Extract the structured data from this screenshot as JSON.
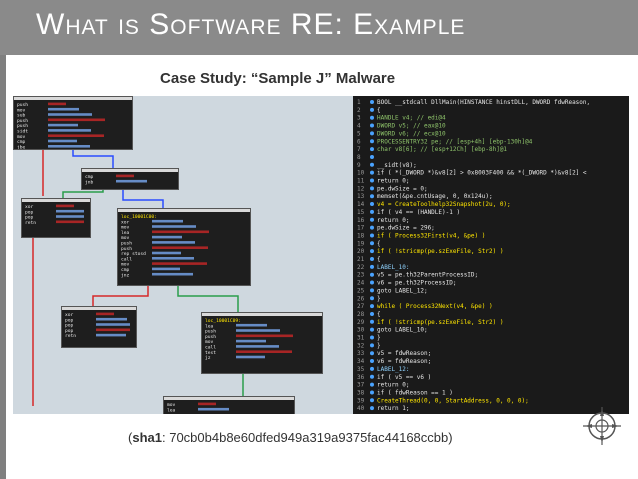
{
  "slide": {
    "title": "What is Software RE: Example",
    "subtitle": "Case Study:  “Sample J” Malware",
    "sha_label": "sha1",
    "sha_value": ": 70cb0b4b8e60dfed949a319a9375fac44168ccbb)",
    "sha_open": "(",
    "accent_color": "#8a8a8a"
  },
  "disassembly": {
    "block1": [
      "push",
      "mov",
      "sub",
      "push",
      "push",
      "sidt",
      "mov",
      "cmp",
      "jbe"
    ],
    "block2": [
      "cmp",
      "jnb"
    ],
    "block3": [
      "xor",
      "pop",
      "pop",
      "retn"
    ],
    "block4": [
      "loc_10001C00:",
      "xor",
      "mov",
      "lea",
      "mov",
      "push",
      "push",
      "rep stosd",
      "call",
      "mov",
      "cmp",
      "jnz"
    ],
    "block5": [
      "xor",
      "pop",
      "pop",
      "pop",
      "retn"
    ],
    "block6": [
      "loc_10001C09:",
      "lea",
      "push",
      "push",
      "mov",
      "call",
      "test",
      "jz"
    ],
    "block7": [
      "mov",
      "lea"
    ]
  },
  "pseudocode": {
    "lines": [
      "BOOL __stdcall DllMain(HINSTANCE hinstDLL, DWORD fdwReason,",
      "{",
      "  HANDLE v4; // edi@4",
      "  DWORD v5; // eax@10",
      "  DWORD v6; // ecx@10",
      "  PROCESSENTRY32 pe; // [esp+4h] [ebp-130h]@4",
      "  char v8[6]; // [esp+12Ch] [ebp-8h]@1",
      "",
      "  __sidt(v8);",
      "  if ( *(_DWORD *)&v8[2] > 0x8003F400 && *(_DWORD *)&v8[2] <",
      "    return 0;",
      "  pe.dwSize = 0;",
      "  memset(&pe.cntUsage, 0, 0x124u);",
      "  v4 = CreateToolhelp32Snapshot(2u, 0);",
      "  if ( v4 == (HANDLE)-1 )",
      "    return 0;",
      "  pe.dwSize = 296;",
      "  if ( Process32First(v4, &pe) )",
      "  {",
      "    if ( !stricmp(pe.szExeFile, Str2) )",
      "    {",
      "LABEL_10:",
      "      v5 = pe.th32ParentProcessID;",
      "      v6 = pe.th32ProcessID;",
      "      goto LABEL_12;",
      "    }",
      "    while ( Process32Next(v4, &pe) )",
      "    {",
      "      if ( !stricmp(pe.szExeFile, Str2) )",
      "        goto LABEL_10;",
      "    }",
      "  }",
      "  v5 = fdwReason;",
      "  v6 = fdwReason;",
      "LABEL_12:",
      "  if ( v5 == v6 )",
      "    return 0;",
      "  if ( fdwReason == 1 )",
      "    CreateThread(0, 0, StartAddress, 0, 0, 0);",
      "  return 1;"
    ],
    "line_numbers": [
      "1",
      "2",
      "3",
      "4",
      "5",
      "6",
      "7",
      "8",
      "9",
      "10",
      "11",
      "12",
      "13",
      "14",
      "15",
      "16",
      "17",
      "18",
      "19",
      "20",
      "21",
      "22",
      "23",
      "24",
      "25",
      "26",
      "27",
      "28",
      "29",
      "30",
      "31",
      "32",
      "33",
      "34",
      "35",
      "36",
      "37",
      "38",
      "39",
      "40"
    ]
  },
  "colors": {
    "code_text": "#e6e6e6",
    "keyword": "#8fd3ff",
    "comment": "#8fc46b",
    "highlight": "#ffe600",
    "ida_bg": "#cfd8df"
  },
  "icons": {
    "logo": "crosshair-compass-icon"
  }
}
